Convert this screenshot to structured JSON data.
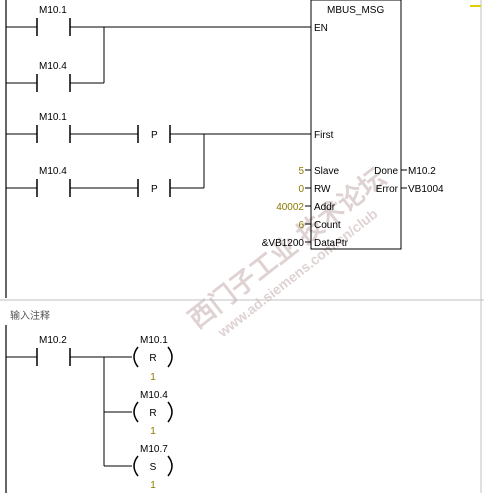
{
  "network1": {
    "block": {
      "title": "MBUS_MSG",
      "en": "EN",
      "first": "First",
      "slave": "Slave",
      "rw": "RW",
      "addr": "Addr",
      "count": "Count",
      "dataptr": "DataPtr",
      "done": "Done",
      "error": "Error"
    },
    "inputs": {
      "slave": "5",
      "rw": "0",
      "addr": "40002",
      "count": "6",
      "dataptr": "&VB1200"
    },
    "outputs": {
      "done": "M10.2",
      "error": "VB1004"
    },
    "contacts": {
      "c1": "M10.1",
      "c2": "M10.4",
      "c3": "M10.1",
      "c4": "M10.4"
    },
    "p_label": "P"
  },
  "network2": {
    "comment": "输入注释",
    "contact": "M10.2",
    "coils": [
      {
        "addr": "M10.1",
        "op": "R",
        "count": "1"
      },
      {
        "addr": "M10.4",
        "op": "R",
        "count": "1"
      },
      {
        "addr": "M10.7",
        "op": "S",
        "count": "1"
      }
    ]
  },
  "colors": {
    "line": "#000000",
    "olive_value": "#8a7a00",
    "separator": "#c0c0c0",
    "watermark": "#d8c8c8"
  }
}
